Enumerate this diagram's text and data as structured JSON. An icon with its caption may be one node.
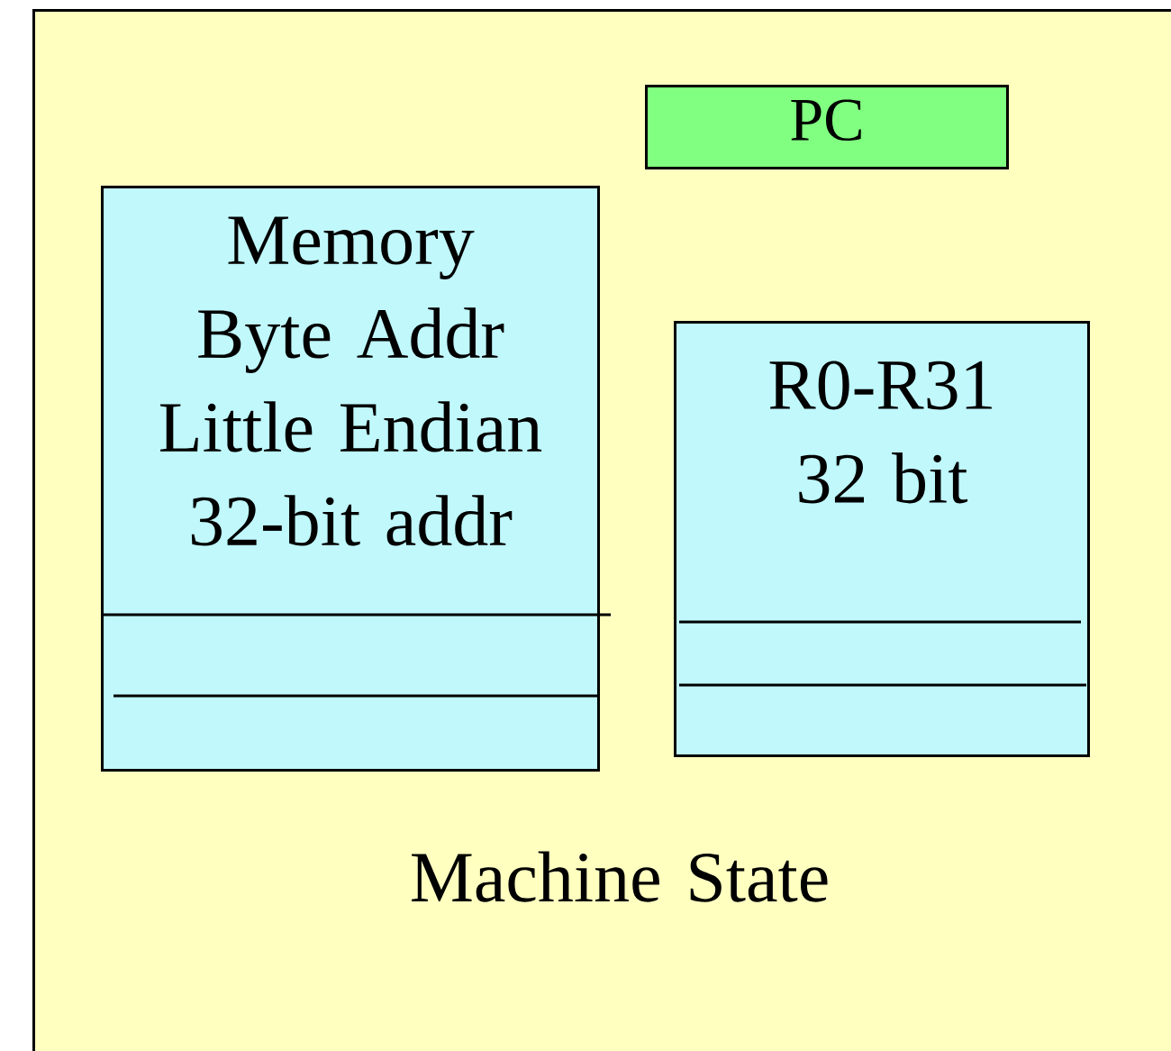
{
  "diagram": {
    "nodes": [
      {
        "text": [
          "Machine State"
        ]
      },
      {
        "text": [
          "PC"
        ],
        "in": 0
      },
      {
        "text": [
          "Memory Byte Addr Little Endian 32-bit addr"
        ],
        "in": 0
      },
      {
        "text": [
          "R0-R31 32 bit"
        ],
        "in": 0
      }
    ]
  }
}
